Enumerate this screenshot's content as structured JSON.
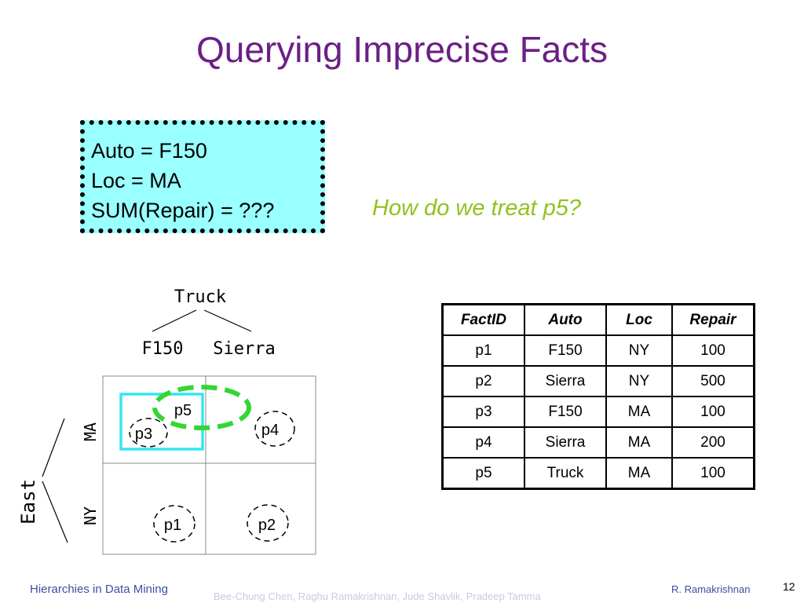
{
  "slide": {
    "title": "Querying Imprecise Facts",
    "query_lines": [
      "Auto = F150",
      "Loc = MA",
      "SUM(Repair) = ???"
    ],
    "question": "How do we treat p5?"
  },
  "diagram": {
    "root_label": "Truck",
    "child_labels": [
      "F150",
      "Sierra"
    ],
    "region_label": "East",
    "row_labels": [
      "MA",
      "NY"
    ],
    "points": [
      "p1",
      "p2",
      "p3",
      "p4",
      "p5"
    ],
    "colors": {
      "query_highlight": "#33e6f2",
      "imprecise_fact": "#33d633"
    }
  },
  "table": {
    "headers": [
      "FactID",
      "Auto",
      "Loc",
      "Repair"
    ],
    "rows": [
      [
        "p1",
        "F150",
        "NY",
        "100"
      ],
      [
        "p2",
        "Sierra",
        "NY",
        "500"
      ],
      [
        "p3",
        "F150",
        "MA",
        "100"
      ],
      [
        "p4",
        "Sierra",
        "MA",
        "200"
      ],
      [
        "p5",
        "Truck",
        "MA",
        "100"
      ]
    ]
  },
  "footer": {
    "left": "Hierarchies in Data Mining",
    "center": "Bee-Chung Chen, Raghu Ramakrishnan, Jude Shavlik, Pradeep Tamma",
    "right": "R. Ramakrishnan",
    "page": "12"
  }
}
